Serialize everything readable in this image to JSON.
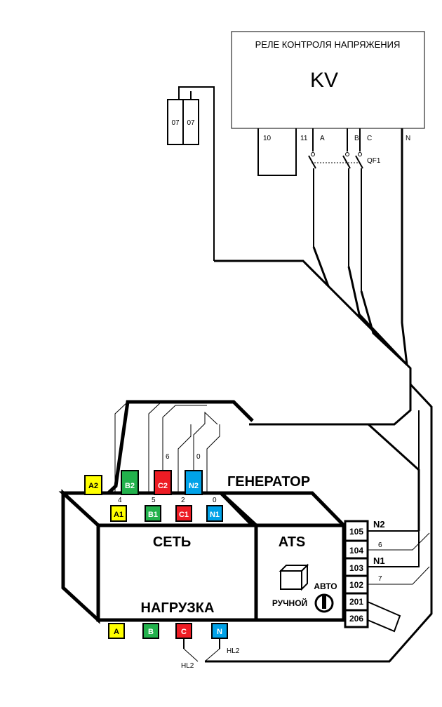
{
  "relay": {
    "title": "РЕЛЕ КОНТРОЛЯ НАПРЯЖЕНИЯ",
    "code": "KV",
    "pins": [
      "10",
      "11",
      "A",
      "B",
      "C",
      "N"
    ]
  },
  "breaker": {
    "label": "QF1"
  },
  "fuses": [
    "07",
    "07"
  ],
  "box": {
    "generator_label": "ГЕНЕРАТОР",
    "mains_label": "СЕТЬ",
    "load_label": "НАГРУЗКА",
    "ats_label": "ATS",
    "manual_label": "РУЧНОЙ",
    "auto_label": "АВТО"
  },
  "generator_terminals": [
    "A2",
    "B2",
    "C2",
    "N2"
  ],
  "mains_terminals": [
    "A1",
    "B1",
    "C1",
    "N1"
  ],
  "load_terminals": [
    "A",
    "B",
    "C",
    "N"
  ],
  "wire_numbers": {
    "w4": "4",
    "w5": "5",
    "w2": "2",
    "w0a": "0",
    "w6": "6",
    "w0b": "0",
    "w6r": "6",
    "w7r": "7",
    "n2r": "N2",
    "n1r": "N1",
    "hl2a": "HL2",
    "hl2b": "HL2"
  },
  "terminal_block": [
    "105",
    "104",
    "103",
    "102",
    "201",
    "206"
  ],
  "colors": {
    "yellow": "#ffff00",
    "green": "#22b14c",
    "red": "#ed1c24",
    "blue": "#00a2e8",
    "line": "#000000"
  }
}
